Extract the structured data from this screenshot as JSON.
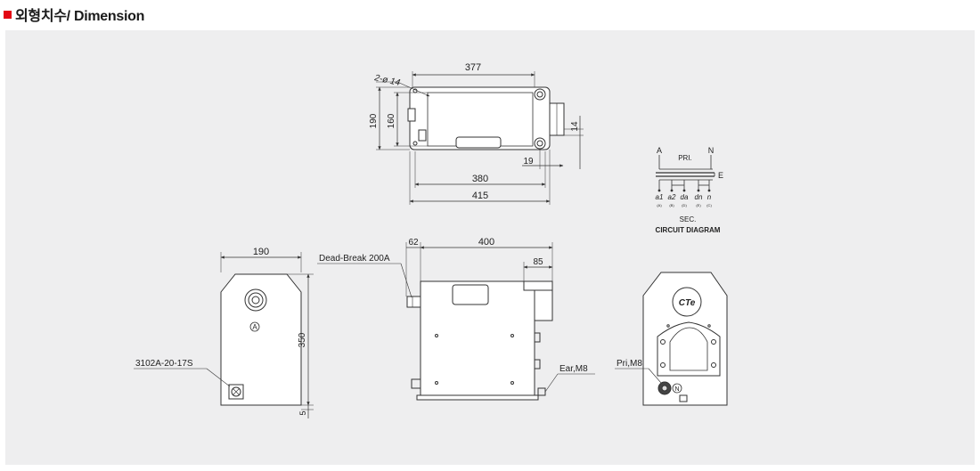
{
  "section": {
    "title": "외형치수/ Dimension",
    "marker_color": "#e30613"
  },
  "top_view": {
    "dim_width_top": "377",
    "hole_spec": "2-ø 14",
    "dim_height_outer": "190",
    "dim_height_inner": "160",
    "dim_side_small": "14",
    "dim_offset": "19",
    "dim_width_mid": "380",
    "dim_width_total": "415"
  },
  "circuit": {
    "pri_label": "PRI.",
    "terminal_a": "A",
    "terminal_n": "N",
    "terminal_e": "E",
    "sec_terminals": [
      "a1",
      "a2",
      "da",
      "dn",
      "n"
    ],
    "sec_sublabels": [
      "(A)",
      "(B)",
      "(D)",
      "(E)",
      "(C)"
    ],
    "sec_label": "SEC.",
    "caption": "CIRCUIT DIAGRAM"
  },
  "left_view": {
    "dim_width": "190",
    "dim_height": "350",
    "dim_base": "5",
    "connector_label": "3102A-20-17S",
    "marker_a": "A"
  },
  "front_view": {
    "dim_62": "62",
    "dim_400": "400",
    "dim_85": "85",
    "dead_break_label": "Dead-Break 200A",
    "ear_label": "Ear,M8"
  },
  "right_view": {
    "pri_label": "Pri,M8",
    "marker_n": "N",
    "logo_text": "CTe"
  }
}
